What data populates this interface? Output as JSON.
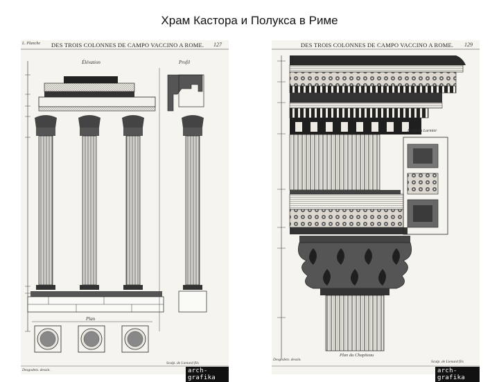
{
  "slide": {
    "title": "Храм Кастора и Полукса в Риме"
  },
  "left_plate": {
    "header": "DES TROIS COLONNES DE CAMPO VACCINO A ROME.",
    "page_number": "127",
    "corner_mark": "L. Planche",
    "label_elevation": "Élévation",
    "label_profile": "Profil",
    "label_plan": "Plan",
    "credit_left": "Desgodetz. dessin.",
    "credit_right": "Sculp. de Lienard fils",
    "watermark": "arch-grafika"
  },
  "right_plate": {
    "header": "DES TROIS COLONNES DE CAMPO VACCINO A ROME.",
    "page_number": "129",
    "label_profile": "Profil du Larmier",
    "label_capital": "Plan du Chapiteau",
    "credit_left": "Desgodetz. dessin.",
    "credit_right": "Sculp. de Lienard fils",
    "watermark": "arch-grafika"
  }
}
